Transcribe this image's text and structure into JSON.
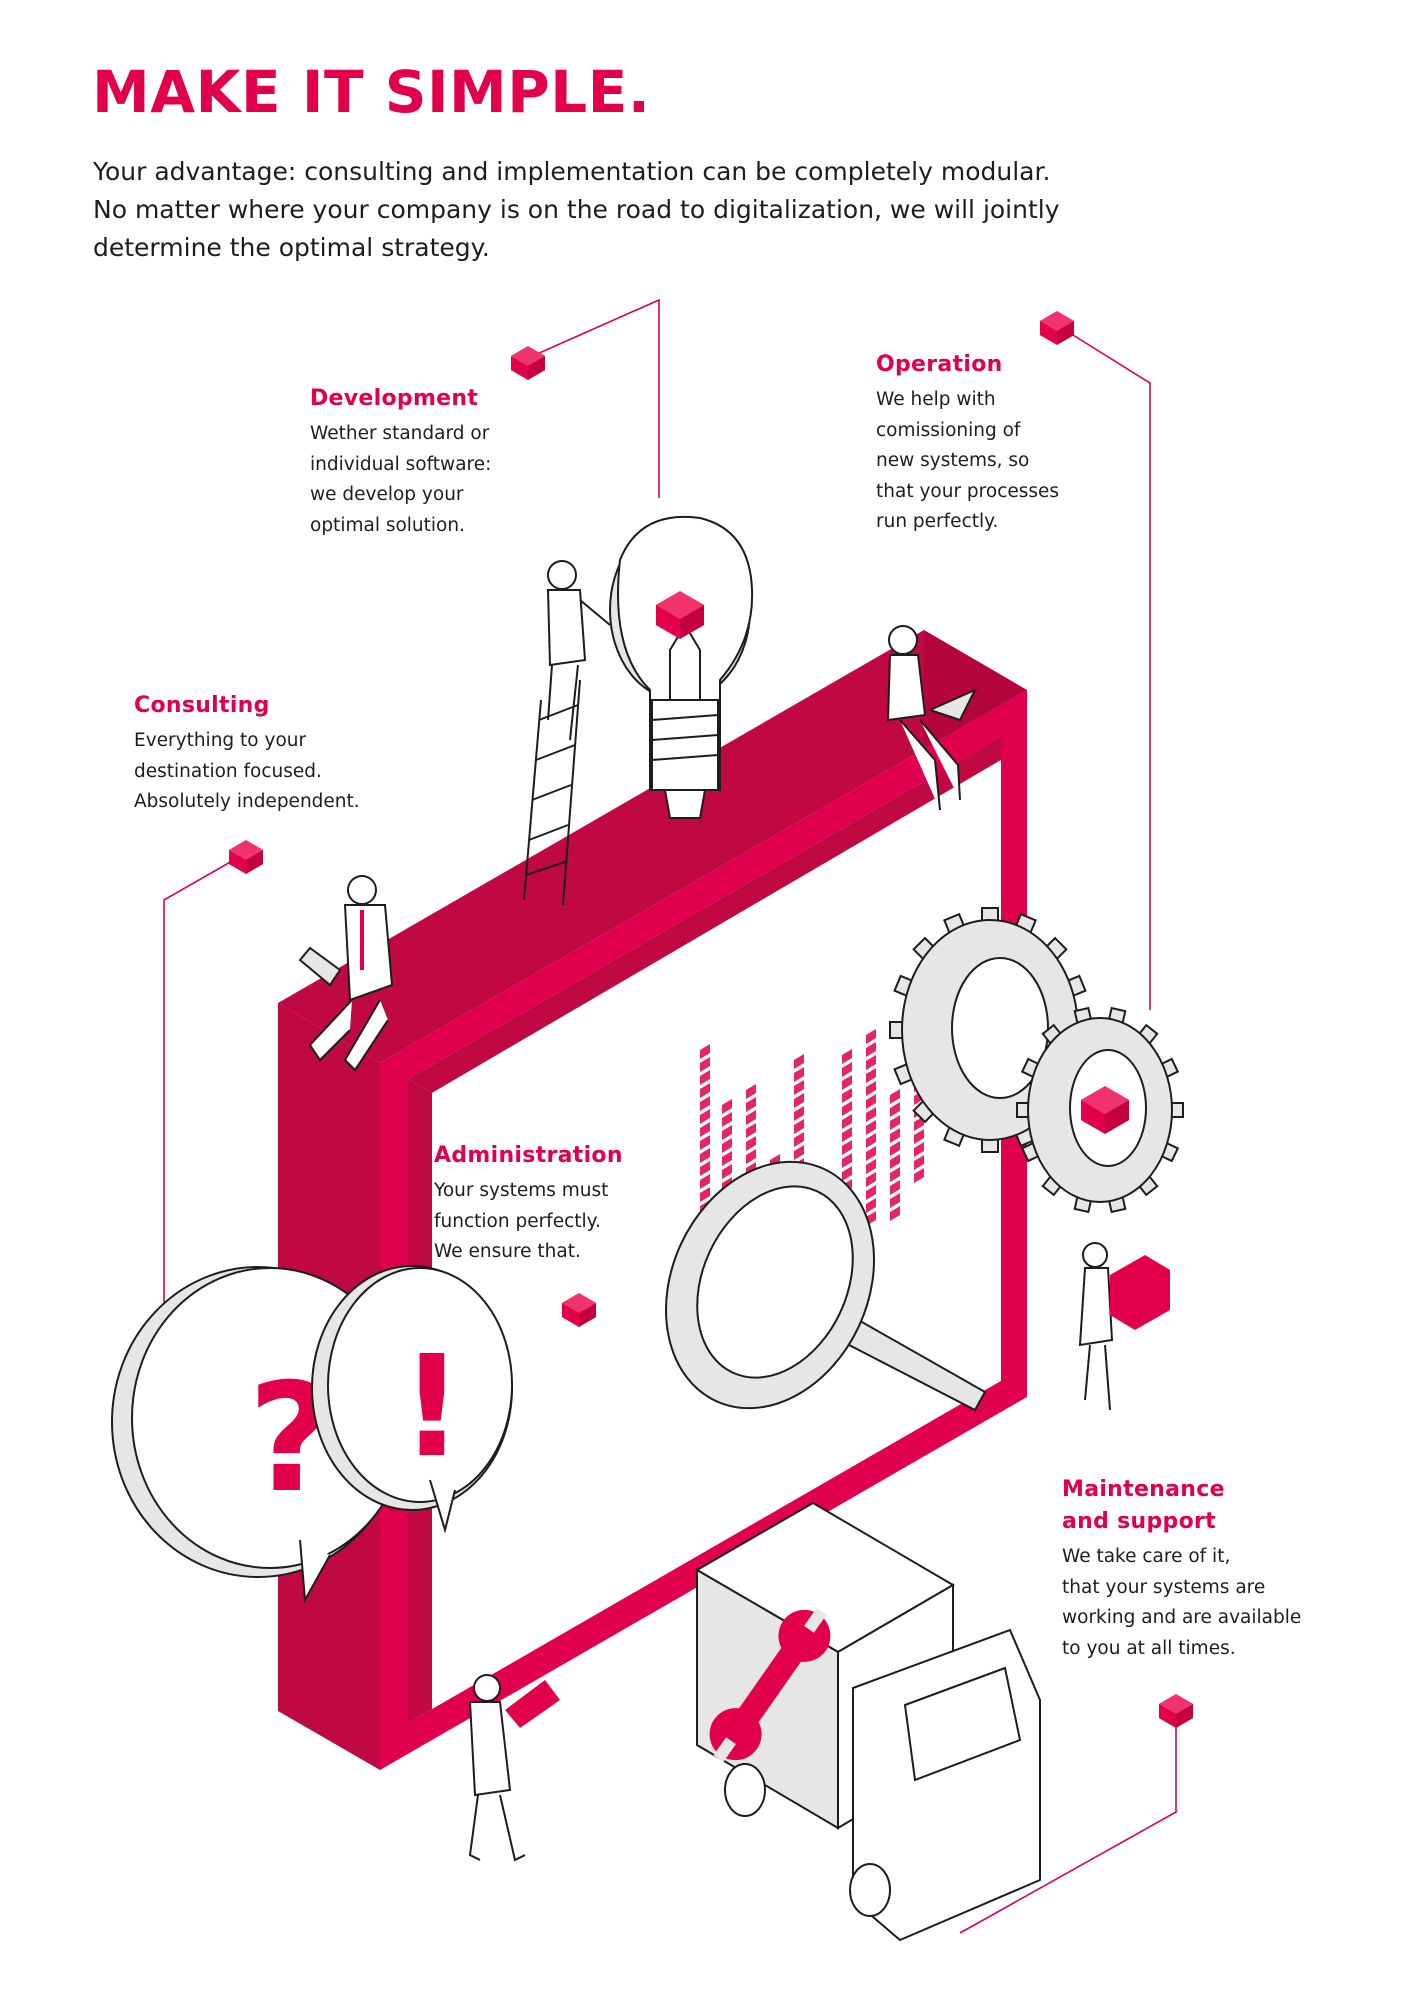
{
  "headline": "MAKE IT SIMPLE.",
  "intro": [
    "Your advantage: consulting and implementation can be completely modular.",
    "No matter where your company is on the road to digitalization, we will jointly",
    "determine the optimal strategy."
  ],
  "sections": {
    "development": {
      "title": [
        "Development"
      ],
      "body": [
        "Wether standard or",
        "individual software:",
        "we develop your",
        "optimal solution."
      ]
    },
    "operation": {
      "title": [
        "Operation"
      ],
      "body": [
        "We help with",
        "comissioning of",
        "new systems, so",
        "that your processes",
        "run perfectly."
      ]
    },
    "consulting": {
      "title": [
        "Consulting"
      ],
      "body": [
        "Everything to your",
        "destination focused.",
        "Absolutely independent."
      ]
    },
    "administration": {
      "title": [
        "Administration"
      ],
      "body": [
        "Your systems must",
        "function perfectly.",
        "We ensure that."
      ]
    },
    "maintenance": {
      "title": [
        "Maintenance",
        "and support"
      ],
      "body": [
        "We take care of it,",
        "that your systems are",
        "working and are available",
        "to you at all times."
      ]
    }
  },
  "icons": {
    "question_mark": "?",
    "exclamation_mark": "!"
  },
  "colors": {
    "accent": "#e2004a",
    "frame_front": "#e0004d",
    "frame_side": "#bf0940",
    "object_fill": "#e6e6e6",
    "outline": "#1d1d1b"
  }
}
